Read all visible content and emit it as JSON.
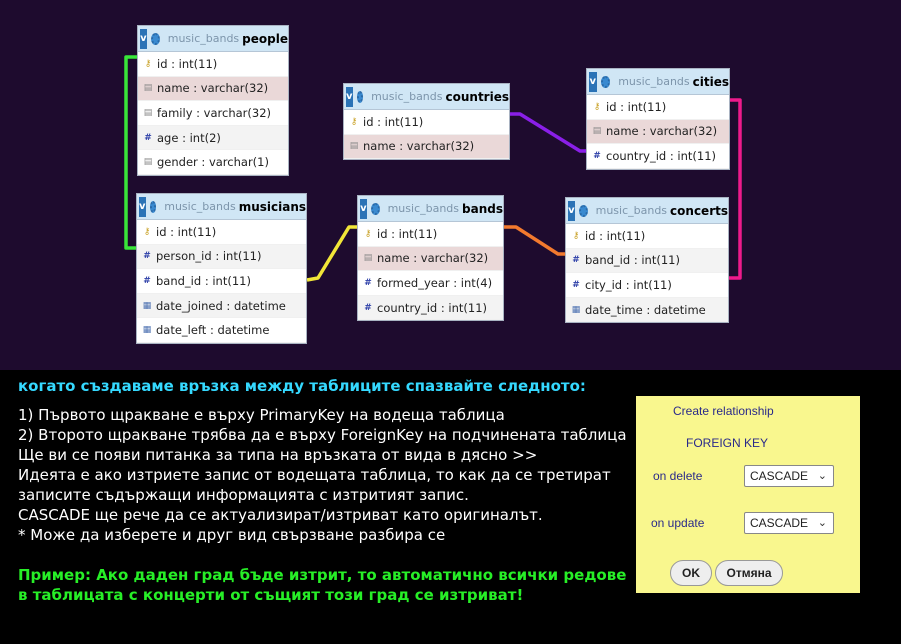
{
  "database": "music_bands",
  "tables": {
    "people": {
      "db": "music_bands",
      "name": "people",
      "columns": [
        {
          "label": "id : int(11)",
          "icon": "primary-key-icon"
        },
        {
          "label": "name : varchar(32)",
          "icon": "text-field-icon"
        },
        {
          "label": "family : varchar(32)",
          "icon": "text-field-icon"
        },
        {
          "label": "age : int(2)",
          "icon": "numeric-field-icon"
        },
        {
          "label": "gender : varchar(1)",
          "icon": "text-field-icon"
        }
      ]
    },
    "musicians": {
      "db": "music_bands",
      "name": "musicians",
      "columns": [
        {
          "label": "id : int(11)",
          "icon": "primary-key-icon"
        },
        {
          "label": "person_id : int(11)",
          "icon": "numeric-field-icon"
        },
        {
          "label": "band_id : int(11)",
          "icon": "numeric-field-icon"
        },
        {
          "label": "date_joined : datetime",
          "icon": "date-field-icon"
        },
        {
          "label": "date_left : datetime",
          "icon": "date-field-icon"
        }
      ]
    },
    "countries": {
      "db": "music_bands",
      "name": "countries",
      "columns": [
        {
          "label": "id : int(11)",
          "icon": "primary-key-icon"
        },
        {
          "label": "name : varchar(32)",
          "icon": "text-field-icon"
        }
      ]
    },
    "bands": {
      "db": "music_bands",
      "name": "bands",
      "columns": [
        {
          "label": "id : int(11)",
          "icon": "primary-key-icon"
        },
        {
          "label": "name : varchar(32)",
          "icon": "text-field-icon"
        },
        {
          "label": "formed_year : int(4)",
          "icon": "numeric-field-icon"
        },
        {
          "label": "country_id : int(11)",
          "icon": "numeric-field-icon"
        }
      ]
    },
    "cities": {
      "db": "music_bands",
      "name": "cities",
      "columns": [
        {
          "label": "id : int(11)",
          "icon": "primary-key-icon"
        },
        {
          "label": "name : varchar(32)",
          "icon": "text-field-icon"
        },
        {
          "label": "country_id : int(11)",
          "icon": "numeric-field-icon"
        }
      ]
    },
    "concerts": {
      "db": "music_bands",
      "name": "concerts",
      "columns": [
        {
          "label": "id : int(11)",
          "icon": "primary-key-icon"
        },
        {
          "label": "band_id : int(11)",
          "icon": "numeric-field-icon"
        },
        {
          "label": "city_id : int(11)",
          "icon": "numeric-field-icon"
        },
        {
          "label": "date_time : datetime",
          "icon": "date-field-icon"
        }
      ]
    }
  },
  "relations": [
    {
      "from": "people.id",
      "to": "musicians.person_id",
      "color": "#39e639"
    },
    {
      "from": "bands.id",
      "to": "musicians.band_id",
      "color": "#f2e638"
    },
    {
      "from": "countries.id",
      "to": "cities.country_id",
      "color": "#8a1fe8"
    },
    {
      "from": "bands.id",
      "to": "concerts.band_id",
      "color": "#f27a2e"
    },
    {
      "from": "cities.id",
      "to": "concerts.city_id",
      "color": "#ee1a8c"
    }
  ],
  "instructions": {
    "title": "когато създаваме връзка между таблиците спазвайте следното:",
    "lines": [
      "1) Първото щракване е върху PrimaryKey на водеща таблица",
      "2) Второто щракване трябва да е върху ForeignKey на подчинената таблица",
      "Ще ви се появи питанка за типа на връзката от вида в дясно >>",
      "Идеята е ако изтриете запис от водещата таблица, то как да се третират записите съдържащи информацията с изтритият запис.",
      "CASCADE ще рече да се актуализират/изтриват като оригиналът.",
      "* Може да изберете и друг вид свързване разбира се"
    ],
    "example": "Пример: Ако даден град бъде изтрит, то автоматично всички редове в таблицата с концерти от същият този град се изтриват!"
  },
  "dialog": {
    "title": "Create relationship",
    "fk_label": "FOREIGN KEY",
    "on_delete_label": "on delete",
    "on_delete_value": "CASCADE",
    "on_update_label": "on update",
    "on_update_value": "CASCADE",
    "ok_label": "OK",
    "cancel_label": "Отмяна"
  },
  "colors": {
    "canvas": "#1e0b2e",
    "instruction_title": "#35d9ff",
    "example_text": "#27ef27",
    "dialog_bg": "#f9f78e"
  }
}
